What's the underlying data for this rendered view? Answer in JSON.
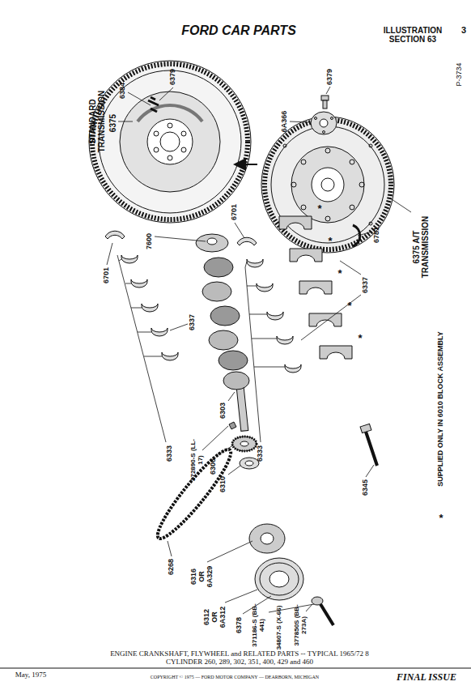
{
  "diagram": {
    "title": "FORD CAR PARTS",
    "caption": "ENGINE CRANKSHAFT, FLYWHEEL and RELATED PARTS -- TYPICAL 1965/72 8 CYLINDER 260, 289, 302, 351, 400, 429 and 460",
    "labels": [
      "ILLUSTRATION SECTION 63",
      "3",
      "P-3734",
      "STANDARD TRANSMISSION",
      "6375",
      "6384",
      "6379",
      "6379",
      "6A366",
      "6375 A/T TRANSMISSION",
      "6701",
      "7600",
      "6701",
      "6781",
      "*",
      "*",
      "*",
      "*",
      "*",
      "6337",
      "6337",
      "6333",
      "6303",
      "6333",
      "*",
      "SUPPLIED ONLY IN 6010 BLOCK ASSEMBLY",
      "6345",
      "372890-S (LL-17)",
      "6306",
      "6310",
      "6268",
      "6316 OR 6A329",
      "6312 OR 6A312",
      "6378",
      "371186-S (BB-441)",
      "34807-S (X-66)",
      "377850S (BB-273A)",
      "May, 1975",
      "COPYRIGHT © 1975 — FORD MOTOR COMPANY — DEARBORN, MICHIGAN",
      "FINAL ISSUE"
    ]
  }
}
